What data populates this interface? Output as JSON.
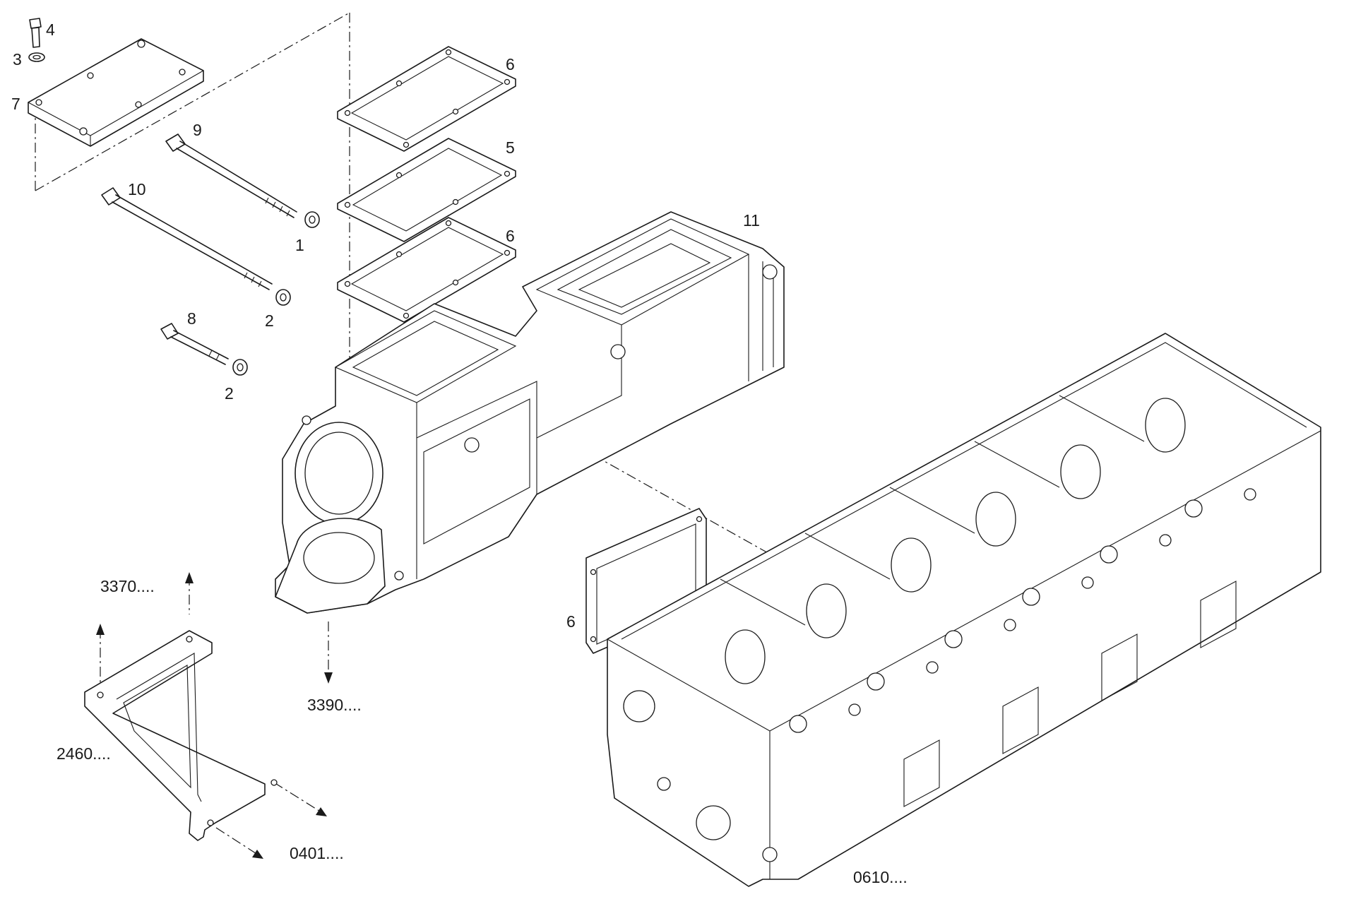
{
  "callouts": {
    "c4": "4",
    "c3": "3",
    "c7": "7",
    "c9": "9",
    "c10": "10",
    "c1": "1",
    "c2a": "2",
    "c8": "8",
    "c2b": "2",
    "c6a": "6",
    "c5": "5",
    "c6b": "6",
    "c11": "11",
    "c6c": "6"
  },
  "references": {
    "r3370": "3370....",
    "r3390": "3390....",
    "r2460": "2460....",
    "r0401": "0401....",
    "r0610": "0610...."
  }
}
